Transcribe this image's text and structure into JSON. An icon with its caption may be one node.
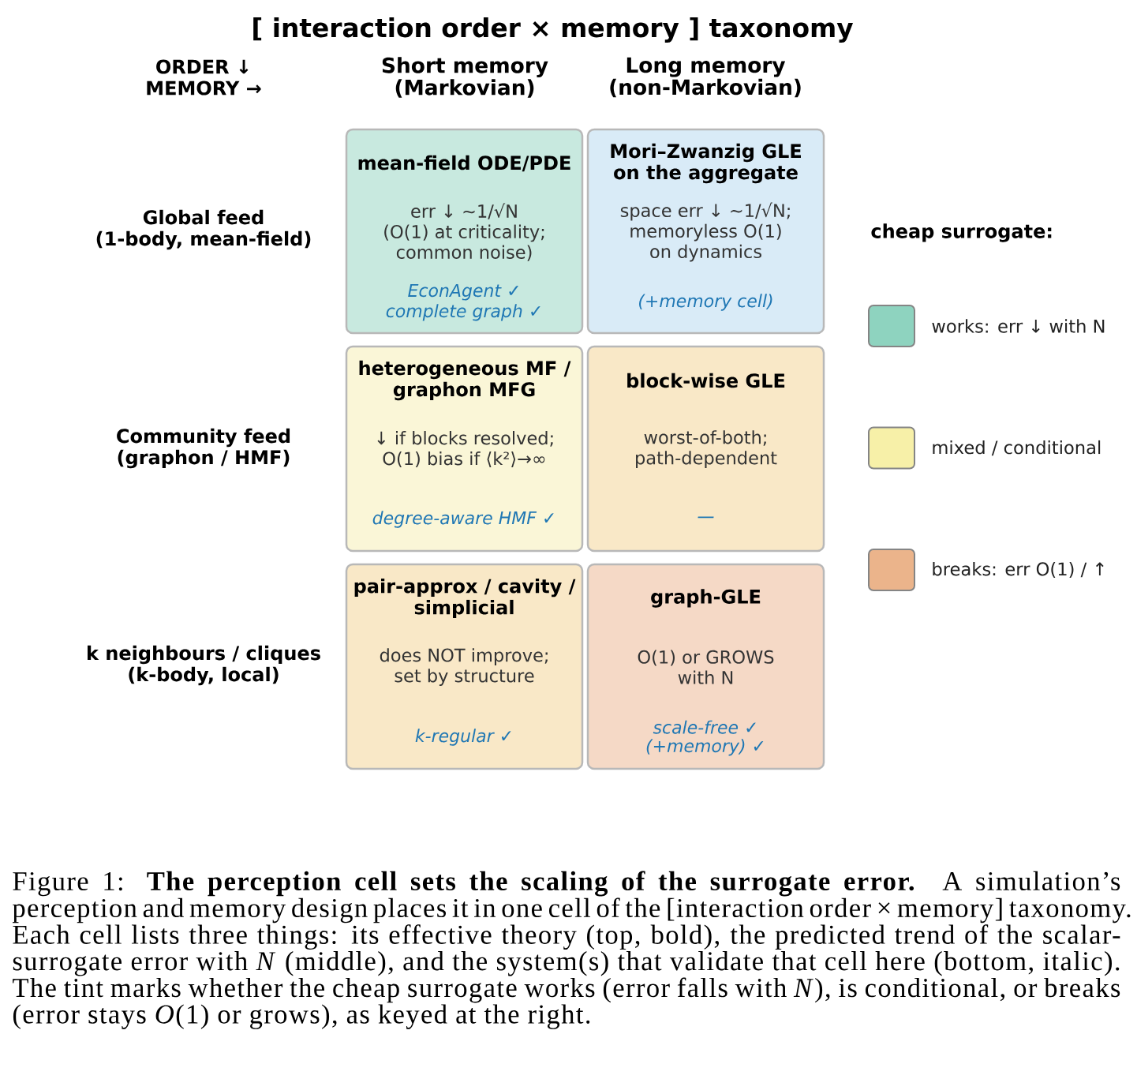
{
  "diagram": {
    "title": "[ interaction order × memory ] taxonomy",
    "nodes": [
      {
        "text": [
          "mean-field ODE/PDE",
          "err ↓ ~1/√N (O(1) at criticality; common noise)",
          "EconAgent ✓",
          "complete graph ✓"
        ]
      },
      {
        "text": [
          "Mori–Zwanzig GLE on the aggregate",
          "space err ↓ ~1/√N; memoryless O(1) on dynamics",
          "(+memory cell)"
        ]
      },
      {
        "text": [
          "heterogeneous MF / graphon MFG",
          "↓ if blocks resolved; O(1) bias if ⟨k²⟩→∞",
          "degree-aware HMF ✓"
        ]
      },
      {
        "text": [
          "block-wise GLE",
          "worst-of-both; path-dependent",
          "—"
        ]
      },
      {
        "text": [
          "pair-approx / cavity / simplicial",
          "does NOT improve; set by structure",
          "k-regular ✓"
        ]
      },
      {
        "text": [
          "graph-GLE",
          "O(1) or GROWS with N",
          "scale-free ✓",
          "(+memory) ✓"
        ]
      }
    ],
    "labels": [
      "ORDER ↓ MEMORY →",
      "Short memory (Markovian)",
      "Long memory (non-Markovian)",
      "Global feed (1-body, mean-field)",
      "cheap surrogate:",
      "Community feed (graphon / HMF)",
      "k neighbours / cliques (k-body, local)"
    ],
    "legend": [
      {
        "text": "works: err ↓ with N",
        "color": "#8ed3bf"
      },
      {
        "text": "mixed / conditional",
        "color": "#f7f0a8"
      },
      {
        "text": "breaks: err O(1) / ↑",
        "color": "#ebb48b"
      }
    ],
    "caption": "Figure 1: **The perception cell sets the scaling of the surrogate error.** A simulation’s perception and memory design places it in one cell of the [interaction order × memory] taxonomy. Each cell lists three things: its effective theory (top, bold), the predicted trend of the scalar-surrogate error with *N* (middle), and the system(s) that validate that cell here (bottom, italic). The tint marks whether the cheap surrogate works (error falls with *N*), is conditional, or breaks (error stays *O*(1) or grows), as keyed at the right."
  }
}
